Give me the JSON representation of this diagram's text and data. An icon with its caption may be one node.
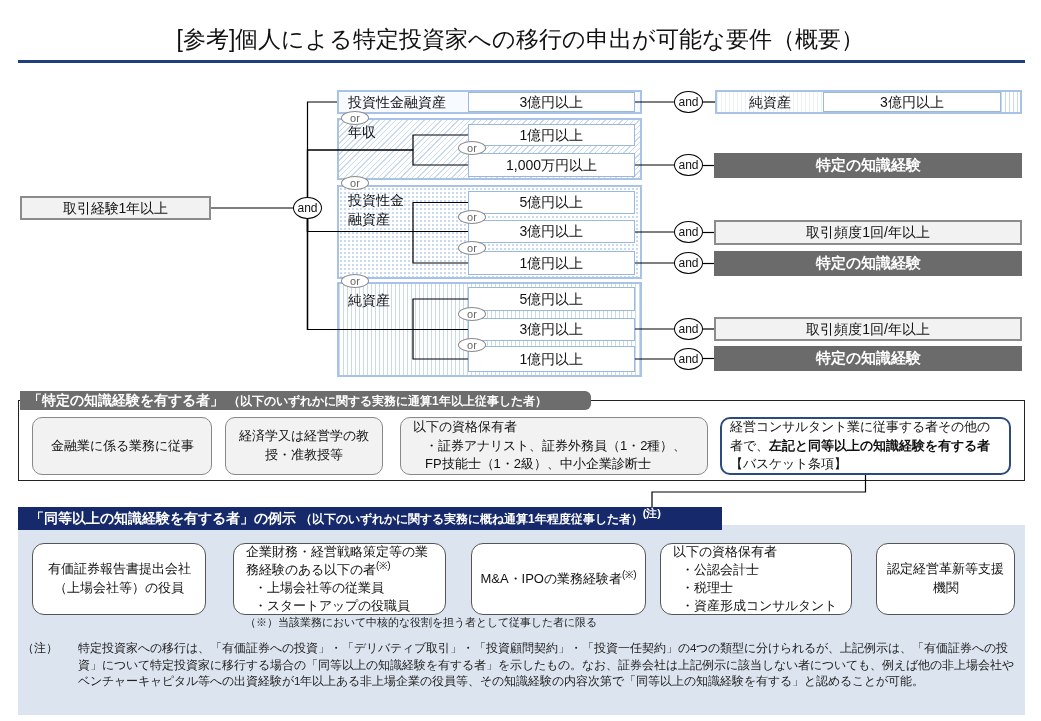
{
  "diagram": {
    "title": "[参考]個人による特定投資家への移行の申出が可能な要件（概要）",
    "nodes": [
      {
        "text": [
          "取引経験1年以上"
        ]
      },
      {
        "text": [
          "and"
        ]
      },
      {
        "text": [
          "投資性金融資産"
        ]
      },
      {
        "text": [
          "3億円以上"
        ],
        "in": 2
      },
      {
        "text": [
          "or"
        ]
      },
      {
        "text": [
          "and"
        ]
      },
      {
        "text": [
          "純資産"
        ]
      },
      {
        "text": [
          "3億円以上"
        ],
        "in": 6
      },
      {
        "text": [
          "年収"
        ]
      },
      {
        "text": [
          "1億円以上"
        ],
        "in": 8
      },
      {
        "text": [
          "or"
        ],
        "in": 8
      },
      {
        "text": [
          "1,000万円以上"
        ],
        "in": 8
      },
      {
        "text": [
          "and"
        ]
      },
      {
        "text": [
          "特定の知識経験"
        ]
      },
      {
        "text": [
          "or"
        ]
      },
      {
        "text": [
          "投資性金融資産"
        ]
      },
      {
        "text": [
          "5億円以上"
        ],
        "in": 15
      },
      {
        "text": [
          "or"
        ],
        "in": 15
      },
      {
        "text": [
          "3億円以上"
        ],
        "in": 15
      },
      {
        "text": [
          "or"
        ],
        "in": 15
      },
      {
        "text": [
          "1億円以上"
        ],
        "in": 15
      },
      {
        "text": [
          "and"
        ]
      },
      {
        "text": [
          "取引頻度1回/年以上"
        ]
      },
      {
        "text": [
          "and"
        ]
      },
      {
        "text": [
          "特定の知識経験"
        ]
      },
      {
        "text": [
          "or"
        ]
      },
      {
        "text": [
          "純資産"
        ]
      },
      {
        "text": [
          "5億円以上"
        ],
        "in": 26
      },
      {
        "text": [
          "or"
        ],
        "in": 26
      },
      {
        "text": [
          "3億円以上"
        ],
        "in": 26
      },
      {
        "text": [
          "or"
        ],
        "in": 26
      },
      {
        "text": [
          "1億円以上"
        ],
        "in": 26
      },
      {
        "text": [
          "and"
        ]
      },
      {
        "text": [
          "取引頻度1回/年以上"
        ]
      },
      {
        "text": [
          "and"
        ]
      },
      {
        "text": [
          "特定の知識経験"
        ]
      },
      {
        "text": [
          "「特定の知識経験を有する者」",
          "（以下のいずれかに関する実務に通算1年以上従事した者）"
        ]
      },
      {
        "text": [
          "金融業に係る業務に従事"
        ],
        "in": 36
      },
      {
        "text": [
          "経済学又は経営学の教授・准教授等"
        ],
        "in": 36
      },
      {
        "text": [
          "以下の資格保有者",
          "・証券アナリスト、証券外務員（1・2種）、FP技能士（1・2級）、中小企業診断士"
        ],
        "in": 36
      },
      {
        "text": [
          "経営コンサルタント業に従事する者その他の者で、**左記と同等以上の知識経験を有する者**【バスケット条項】"
        ],
        "in": 36
      },
      {
        "text": [
          "「同等以上の知識経験を有する者」の例示",
          "（以下のいずれかに関する実務に概ね通算1年程度従事した者）$^{(注)}$"
        ]
      },
      {
        "text": [
          "有価証券報告書提出会社（上場会社等）の役員"
        ],
        "in": 41
      },
      {
        "text": [
          "企業財務・経営戦略策定等の業務経験のある以下の者$^{(※)}$",
          "・上場会社等の従業員",
          "・スタートアップの役職員"
        ],
        "in": 41
      },
      {
        "text": [
          "M&A・IPOの業務経験者$^{(※)}$"
        ],
        "in": 41
      },
      {
        "text": [
          "以下の資格保有者",
          "・公認会計士",
          "・税理士",
          "・資産形成コンサルタント"
        ],
        "in": 41
      },
      {
        "text": [
          "認定経営革新等支援機関"
        ],
        "in": 41
      }
    ],
    "edges": [
      {
        "from": 0,
        "to": 1,
        "arrow": "none"
      },
      {
        "from": 1,
        "to": 2,
        "arrow": "none"
      },
      {
        "from": 3,
        "to": 5,
        "arrow": "none"
      },
      {
        "from": 5,
        "to": 6,
        "arrow": "none"
      },
      {
        "from": 1,
        "to": 9,
        "arrow": "none"
      },
      {
        "from": 1,
        "to": 11,
        "arrow": "none"
      },
      {
        "from": 11,
        "to": 12,
        "arrow": "none"
      },
      {
        "from": 12,
        "to": 13,
        "arrow": "none"
      },
      {
        "from": 1,
        "to": 16,
        "arrow": "none"
      },
      {
        "from": 1,
        "to": 18,
        "arrow": "none"
      },
      {
        "from": 1,
        "to": 20,
        "arrow": "none"
      },
      {
        "from": 18,
        "to": 21,
        "arrow": "none"
      },
      {
        "from": 21,
        "to": 22,
        "arrow": "none"
      },
      {
        "from": 20,
        "to": 23,
        "arrow": "none"
      },
      {
        "from": 23,
        "to": 24,
        "arrow": "none"
      },
      {
        "from": 1,
        "to": 27,
        "arrow": "none"
      },
      {
        "from": 1,
        "to": 29,
        "arrow": "none"
      },
      {
        "from": 1,
        "to": 31,
        "arrow": "none"
      },
      {
        "from": 29,
        "to": 32,
        "arrow": "none"
      },
      {
        "from": 32,
        "to": 33,
        "arrow": "none"
      },
      {
        "from": 31,
        "to": 34,
        "arrow": "none"
      },
      {
        "from": 34,
        "to": 35,
        "arrow": "none"
      },
      {
        "from": 40,
        "to": 41,
        "arrow": "none"
      }
    ],
    "labels": [
      "（※）当該業務において中核的な役割を担う者として従事した者に限る",
      "（注）",
      "特定投資家への移行は、「有価証券への投資」・「デリバティブ取引」・「投資顧問契約」・「投資一任契約」の4つの類型に分けられるが、上記例示は、「有価証券への投資」について特定投資家に移行する場合の「同等以上の知識経験を有する者」を示したもの。なお、証券会社は上記例示に該当しない者についても、例えば他の非上場会社やベンチャーキャピタル等への出資経験が1年以上ある非上場企業の役員等、その知識経験の内容次第で「同等以上の知識経験を有する」と認めることが可能。"
    ]
  }
}
